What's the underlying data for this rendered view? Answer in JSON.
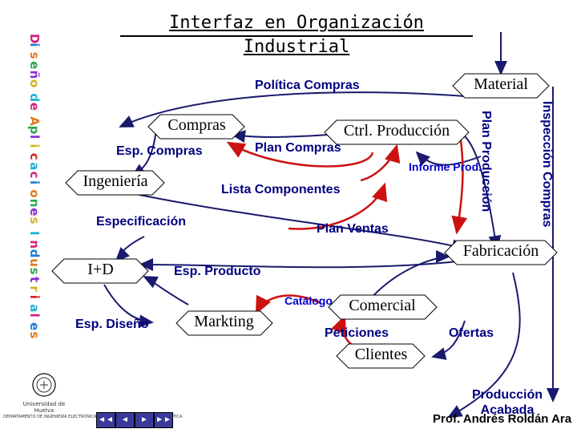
{
  "title": "Interfaz en Organización Industrial",
  "side_title": "Diseño de Aplicaciones Industriales",
  "side_letters": [
    "D",
    "i",
    "s",
    "e",
    "ñ",
    "o",
    "",
    "d",
    "e",
    "",
    "A",
    "p",
    "l",
    "i",
    "c",
    "a",
    "c",
    "i",
    "o",
    "n",
    "e",
    "s",
    "",
    "I",
    "n",
    "d",
    "u",
    "s",
    "t",
    "r",
    "i",
    "a",
    "l",
    "e",
    "s"
  ],
  "side_colors": [
    "#d21f7a",
    "#1f7ad2",
    "#e07a1f",
    "#2aa84a",
    "#8a2ad2",
    "#d2b21f",
    "#d21f1f",
    "#1fb2d2"
  ],
  "nodes": {
    "material": "Material",
    "compras": "Compras",
    "ctrl_produccion": "Ctrl. Producción",
    "ingenieria": "Ingeniería",
    "id": "I+D",
    "markting": "Markting",
    "comercial": "Comercial",
    "clientes": "Clientes",
    "fabricacion": "Fabricación"
  },
  "flow_labels": {
    "politica_compras": "Política Compras",
    "esp_compras": "Esp. Compras",
    "plan_compras": "Plan Compras",
    "informe_prod": "Informe Prod.",
    "lista_componentes": "Lista Componentes",
    "especificacion": "Especificación",
    "plan_ventas": "Plan Ventas",
    "esp_producto": "Esp. Producto",
    "catalogo": "Catálogo",
    "esp_diseno": "Esp. Diseño",
    "peticiones": "Peticiones",
    "ofertas": "Ofertas",
    "produccion_acabada": "Producción Acabada",
    "plan_produccion": "Plan Producción",
    "inspeccion_compras": "Inspección Compras"
  },
  "logo_text": "Universidad de Huelva",
  "department": "DEPARTAMENTO DE INGENIERÍA ELECTRÓNICA, SISTEMAS INFORMÁTICOS Y AUTOMÁTICA",
  "nav_buttons": [
    "◄◄",
    "◄",
    "►",
    "►►"
  ],
  "author": "Prof. Andrés Roldán Ara",
  "colors": {
    "node_fill": "#ffffff",
    "arrow_dark": "#1a1a6e",
    "arrow_red": "#cc1111",
    "label": "#000080"
  },
  "icons": [
    "university-seal-icon",
    "first-slide-icon",
    "previous-slide-icon",
    "next-slide-icon",
    "last-slide-icon"
  ]
}
